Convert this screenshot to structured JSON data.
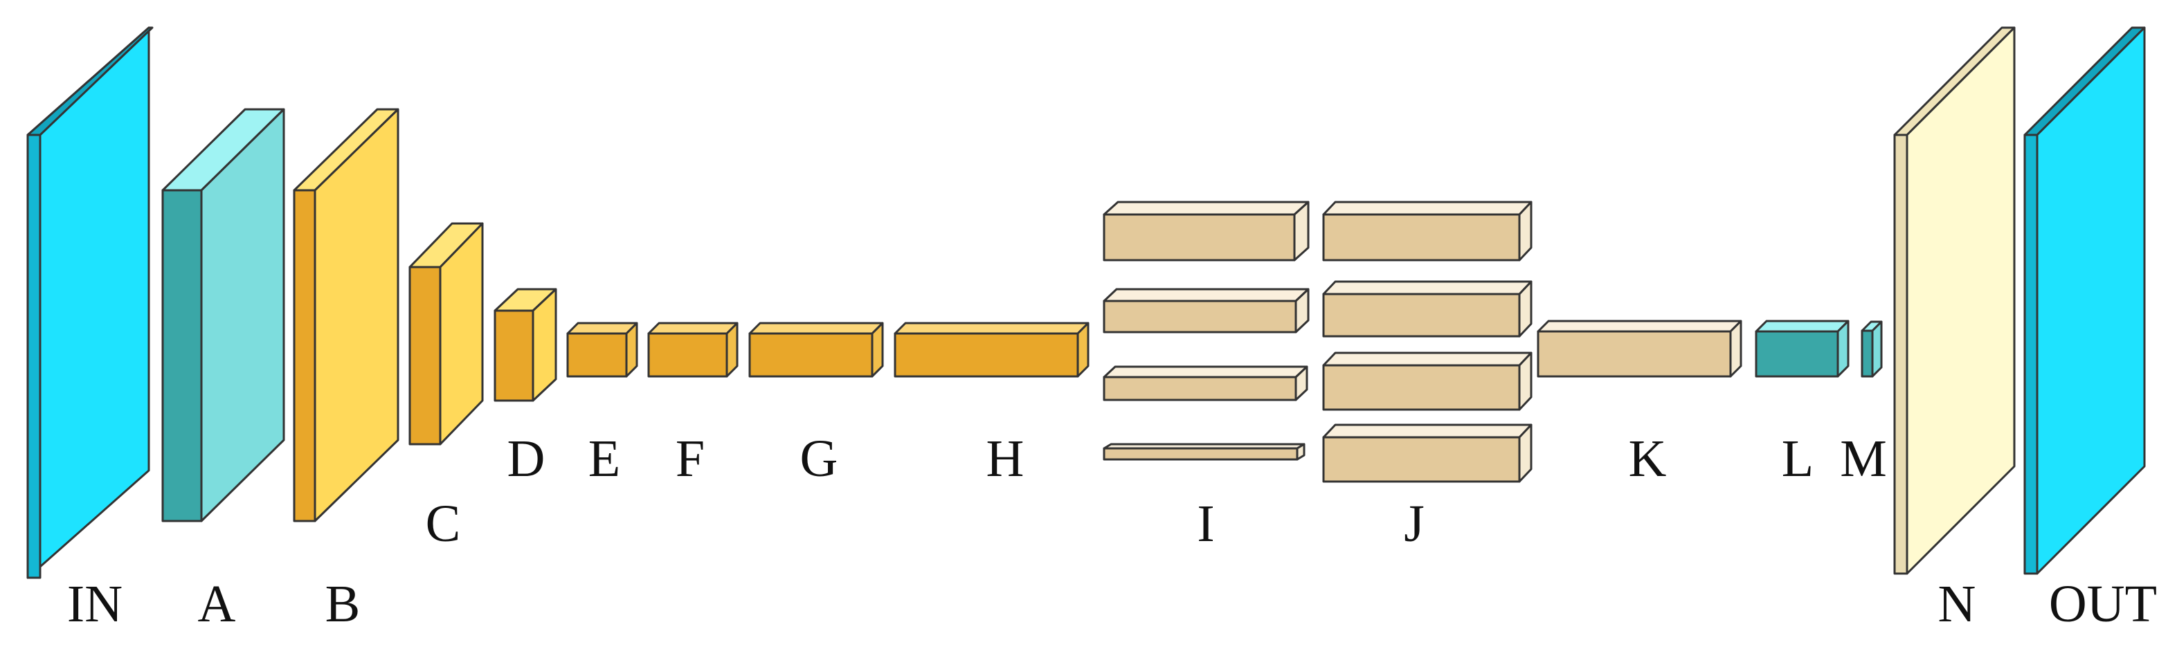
{
  "colors": {
    "cyan": "#1ee3ff",
    "cyan_side": "#14b8d4",
    "teal_front": "#7ddddd",
    "teal_side": "#3aa7a7",
    "yellow": "#ffd95a",
    "orange": "#e8a72a",
    "tan": "#e3c99b",
    "cream": "#fffad0",
    "cream_side": "#e9dcb2"
  },
  "blocks": [
    {
      "label": "IN",
      "color": "cyan"
    },
    {
      "label": "A",
      "color": "teal"
    },
    {
      "label": "B",
      "color": "yellow"
    },
    {
      "label": "C",
      "color": "yellow"
    },
    {
      "label": "D",
      "color": "yellow"
    },
    {
      "label": "E",
      "color": "orange"
    },
    {
      "label": "F",
      "color": "orange"
    },
    {
      "label": "G",
      "color": "orange"
    },
    {
      "label": "H",
      "color": "orange"
    },
    {
      "label": "I",
      "color": "tan"
    },
    {
      "label": "J",
      "color": "tan"
    },
    {
      "label": "K",
      "color": "tan"
    },
    {
      "label": "L",
      "color": "teal"
    },
    {
      "label": "M",
      "color": "teal"
    },
    {
      "label": "N",
      "color": "cream"
    },
    {
      "label": "OUT",
      "color": "cyan"
    }
  ]
}
